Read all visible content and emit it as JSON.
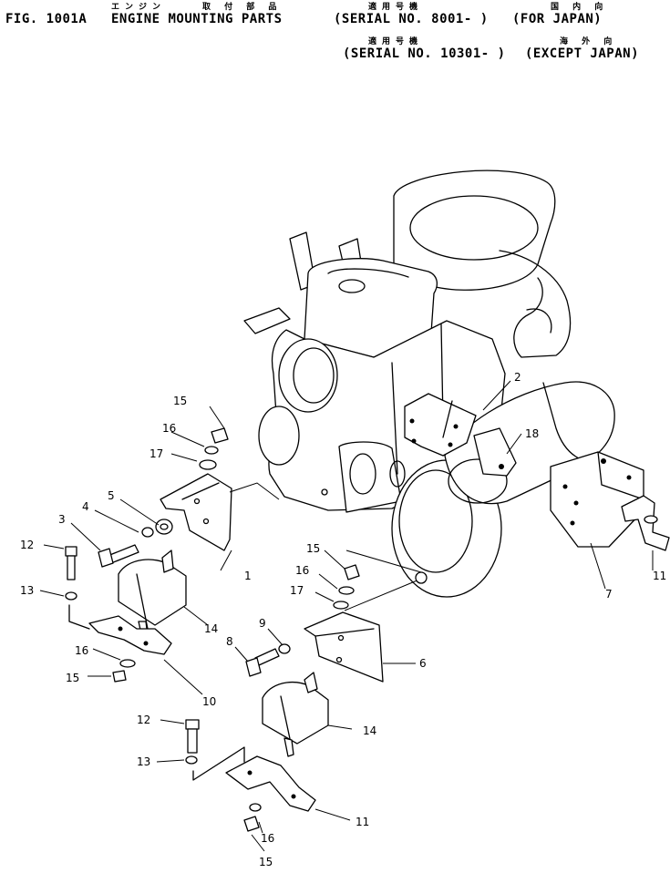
{
  "header": {
    "line1_jp": [
      "エンジン",
      "取 付 部 品",
      "適用号機",
      "国 内 向"
    ],
    "fig_no": "FIG. 1001A",
    "title": "ENGINE MOUNTING PARTS",
    "serial_a": "(SERIAL NO. 8001- )",
    "region_a": "(FOR JAPAN)",
    "line3_jp": [
      "適用号機",
      "海 外 向"
    ],
    "serial_b": "(SERIAL NO. 10301- )",
    "region_b": "(EXCEPT JAPAN)"
  },
  "callouts": [
    "1",
    "2",
    "3",
    "4",
    "5",
    "6",
    "7",
    "8",
    "9",
    "10",
    "11",
    "11",
    "12",
    "12",
    "13",
    "13",
    "14",
    "14",
    "15",
    "15",
    "15",
    "15",
    "16",
    "16",
    "16",
    "16",
    "17",
    "17",
    "18"
  ]
}
